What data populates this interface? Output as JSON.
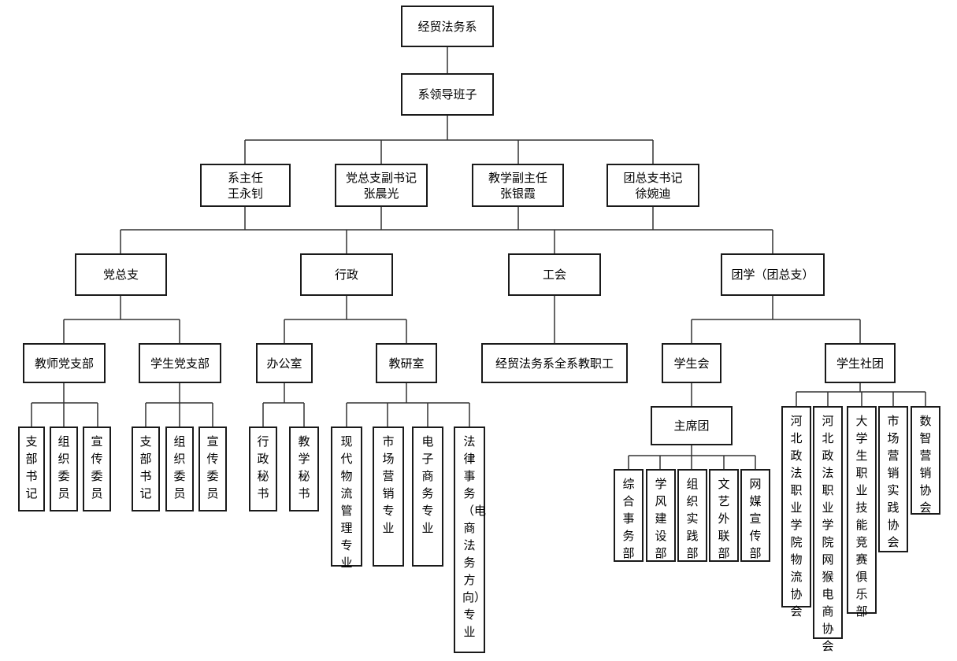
{
  "nodes": {
    "root": "经贸法务系",
    "leaders": "系领导班子",
    "director_title": "系主任",
    "director_name": "王永钊",
    "party_sec_title": "党总支副书记",
    "party_sec_name": "张晨光",
    "teaching_title": "教学副主任",
    "teaching_name": "张银霞",
    "youth_title": "团总支书记",
    "youth_name": "徐婉迪",
    "party": "党总支",
    "admin": "行政",
    "union": "工会",
    "youth": "团学（团总支）",
    "teacher_branch": "教师党支部",
    "student_branch": "学生党支部",
    "office": "办公室",
    "research": "教研室",
    "union_staff": "经贸法务系全系教职工",
    "student_union": "学生会",
    "clubs": "学生社团",
    "t_sec": "支部书记",
    "t_org": "组织委员",
    "t_pro": "宣传委员",
    "s_sec": "支部书记",
    "s_org": "组织委员",
    "s_pro": "宣传委员",
    "admin_sec": "行政秘书",
    "teach_sec": "教学秘书",
    "logistics": "现代物流管理专业",
    "marketing": "市场营销专业",
    "ecommerce": "电子商务专业",
    "law": "法律事务（电商法务方向）专业",
    "presidium": "主席团",
    "general": "综合事务部",
    "study": "学风建设部",
    "org_practice": "组织实践部",
    "liaison": "文艺外联部",
    "media": "网媒宣传部",
    "club_logistics": "河北政法职业学院物流协会",
    "club_ecom": "河北政法职业学院网猴电商协会",
    "club_skills": "大学生职业技能竞赛俱乐部",
    "club_market": "市场营销实践协会",
    "club_digital": "数智营销协会"
  }
}
